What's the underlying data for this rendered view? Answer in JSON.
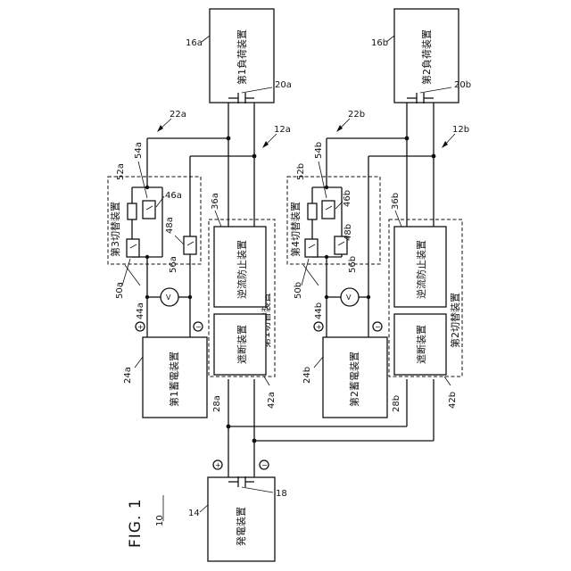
{
  "figure": {
    "title": "FIG. 1",
    "system_ref": "10"
  },
  "generator": {
    "label": "発電装置",
    "ref": "14",
    "cap_ref": "18"
  },
  "load_1": {
    "label": "第1負荷装置",
    "ref": "16a",
    "cap_ref": "20a"
  },
  "load_2": {
    "label": "第2負荷装置",
    "ref": "16b",
    "cap_ref": "20b"
  },
  "storage_1": {
    "label": "第1蓄電装置",
    "ref": "24a"
  },
  "storage_2": {
    "label": "第2蓄電装置",
    "ref": "24b"
  },
  "switch_1": {
    "label": "第1切替装置",
    "ref": "42a"
  },
  "switch_2": {
    "label": "第2切替装置",
    "ref": "42b"
  },
  "switch_3": {
    "label": "第3切替装置",
    "ref": "44a"
  },
  "switch_4": {
    "label": "第4切替装置",
    "ref": "44b"
  },
  "backflow_1": {
    "label": "逆流防止装置",
    "ref": "36a"
  },
  "backflow_2": {
    "label": "逆流防止装置",
    "ref": "36b"
  },
  "breaker_1": {
    "label": "遮断装置",
    "ref": "28a"
  },
  "breaker_2": {
    "label": "遮断装置",
    "ref": "28b"
  },
  "refs": {
    "line_12a": "12a",
    "line_12b": "12b",
    "line_22a": "22a",
    "line_22b": "22b",
    "sw_46a": "46a",
    "sw_46b": "46b",
    "sw_48a": "48a",
    "sw_48b": "48b",
    "sw_50a": "50a",
    "sw_50b": "50b",
    "res_52a": "52a",
    "res_52b": "52b",
    "sw_54a": "54a",
    "sw_54b": "54b",
    "volt_56a": "56a",
    "volt_56b": "56b"
  },
  "symbols": {
    "plus": "+",
    "minus": "−",
    "voltmeter": "V"
  }
}
